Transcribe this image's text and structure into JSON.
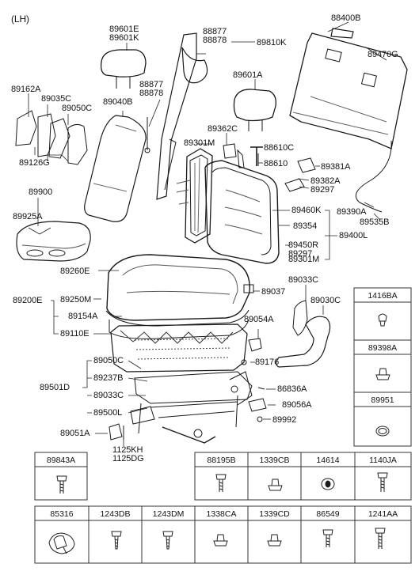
{
  "side_label": "(LH)",
  "labels": {
    "p88400B": "88400B",
    "p89470G": "89470G",
    "p88877a": "88877",
    "p88878a": "88878",
    "p89810K": "89810K",
    "p89601E": "89601E",
    "p89601K": "89601K",
    "p89601A": "89601A",
    "p89162A": "89162A",
    "p89035C": "89035C",
    "p89050C_top": "89050C",
    "p89040B": "89040B",
    "p88877b": "88877",
    "p88878b": "88878",
    "p89126G": "89126G",
    "p89362C": "89362C",
    "p89301M_top": "89301M",
    "p88610C": "88610C",
    "p88610": "88610",
    "p89381A": "89381A",
    "p89382A": "89382A",
    "p89297_top": "89297",
    "p89900": "89900",
    "p89925A": "89925A",
    "p89390A": "89390A",
    "p89535B": "89535B",
    "p89460K": "89460K",
    "p89354": "89354",
    "p89400L": "89400L",
    "p89450R": "89450R",
    "p89297_b": "89297",
    "p89301M_b": "89301M",
    "p89260E": "89260E",
    "p89037": "89037",
    "p89033C_top": "89033C",
    "p89030C": "89030C",
    "p89200E": "89200E",
    "p89250M": "89250M",
    "p89154A": "89154A",
    "p89110E": "89110E",
    "p89054A": "89054A",
    "p89050C_b": "89050C",
    "p89176": "89176",
    "p89237B": "89237B",
    "p89501D": "89501D",
    "p89033C_b": "89033C",
    "p86836A": "86836A",
    "p89056A": "89056A",
    "p89500L": "89500L",
    "p89992": "89992",
    "p89051A": "89051A",
    "p1125KH": "1125KH",
    "p1125DG": "1125DG"
  },
  "parts_table": {
    "right_column": [
      "1416BA",
      "89398A",
      "89951"
    ],
    "row1": [
      "89843A",
      "88195B",
      "1339CB",
      "14614",
      "1140JA"
    ],
    "row2": [
      "85316",
      "1243DB",
      "1243DM",
      "1338CA",
      "1339CD",
      "86549",
      "1241AA"
    ]
  }
}
